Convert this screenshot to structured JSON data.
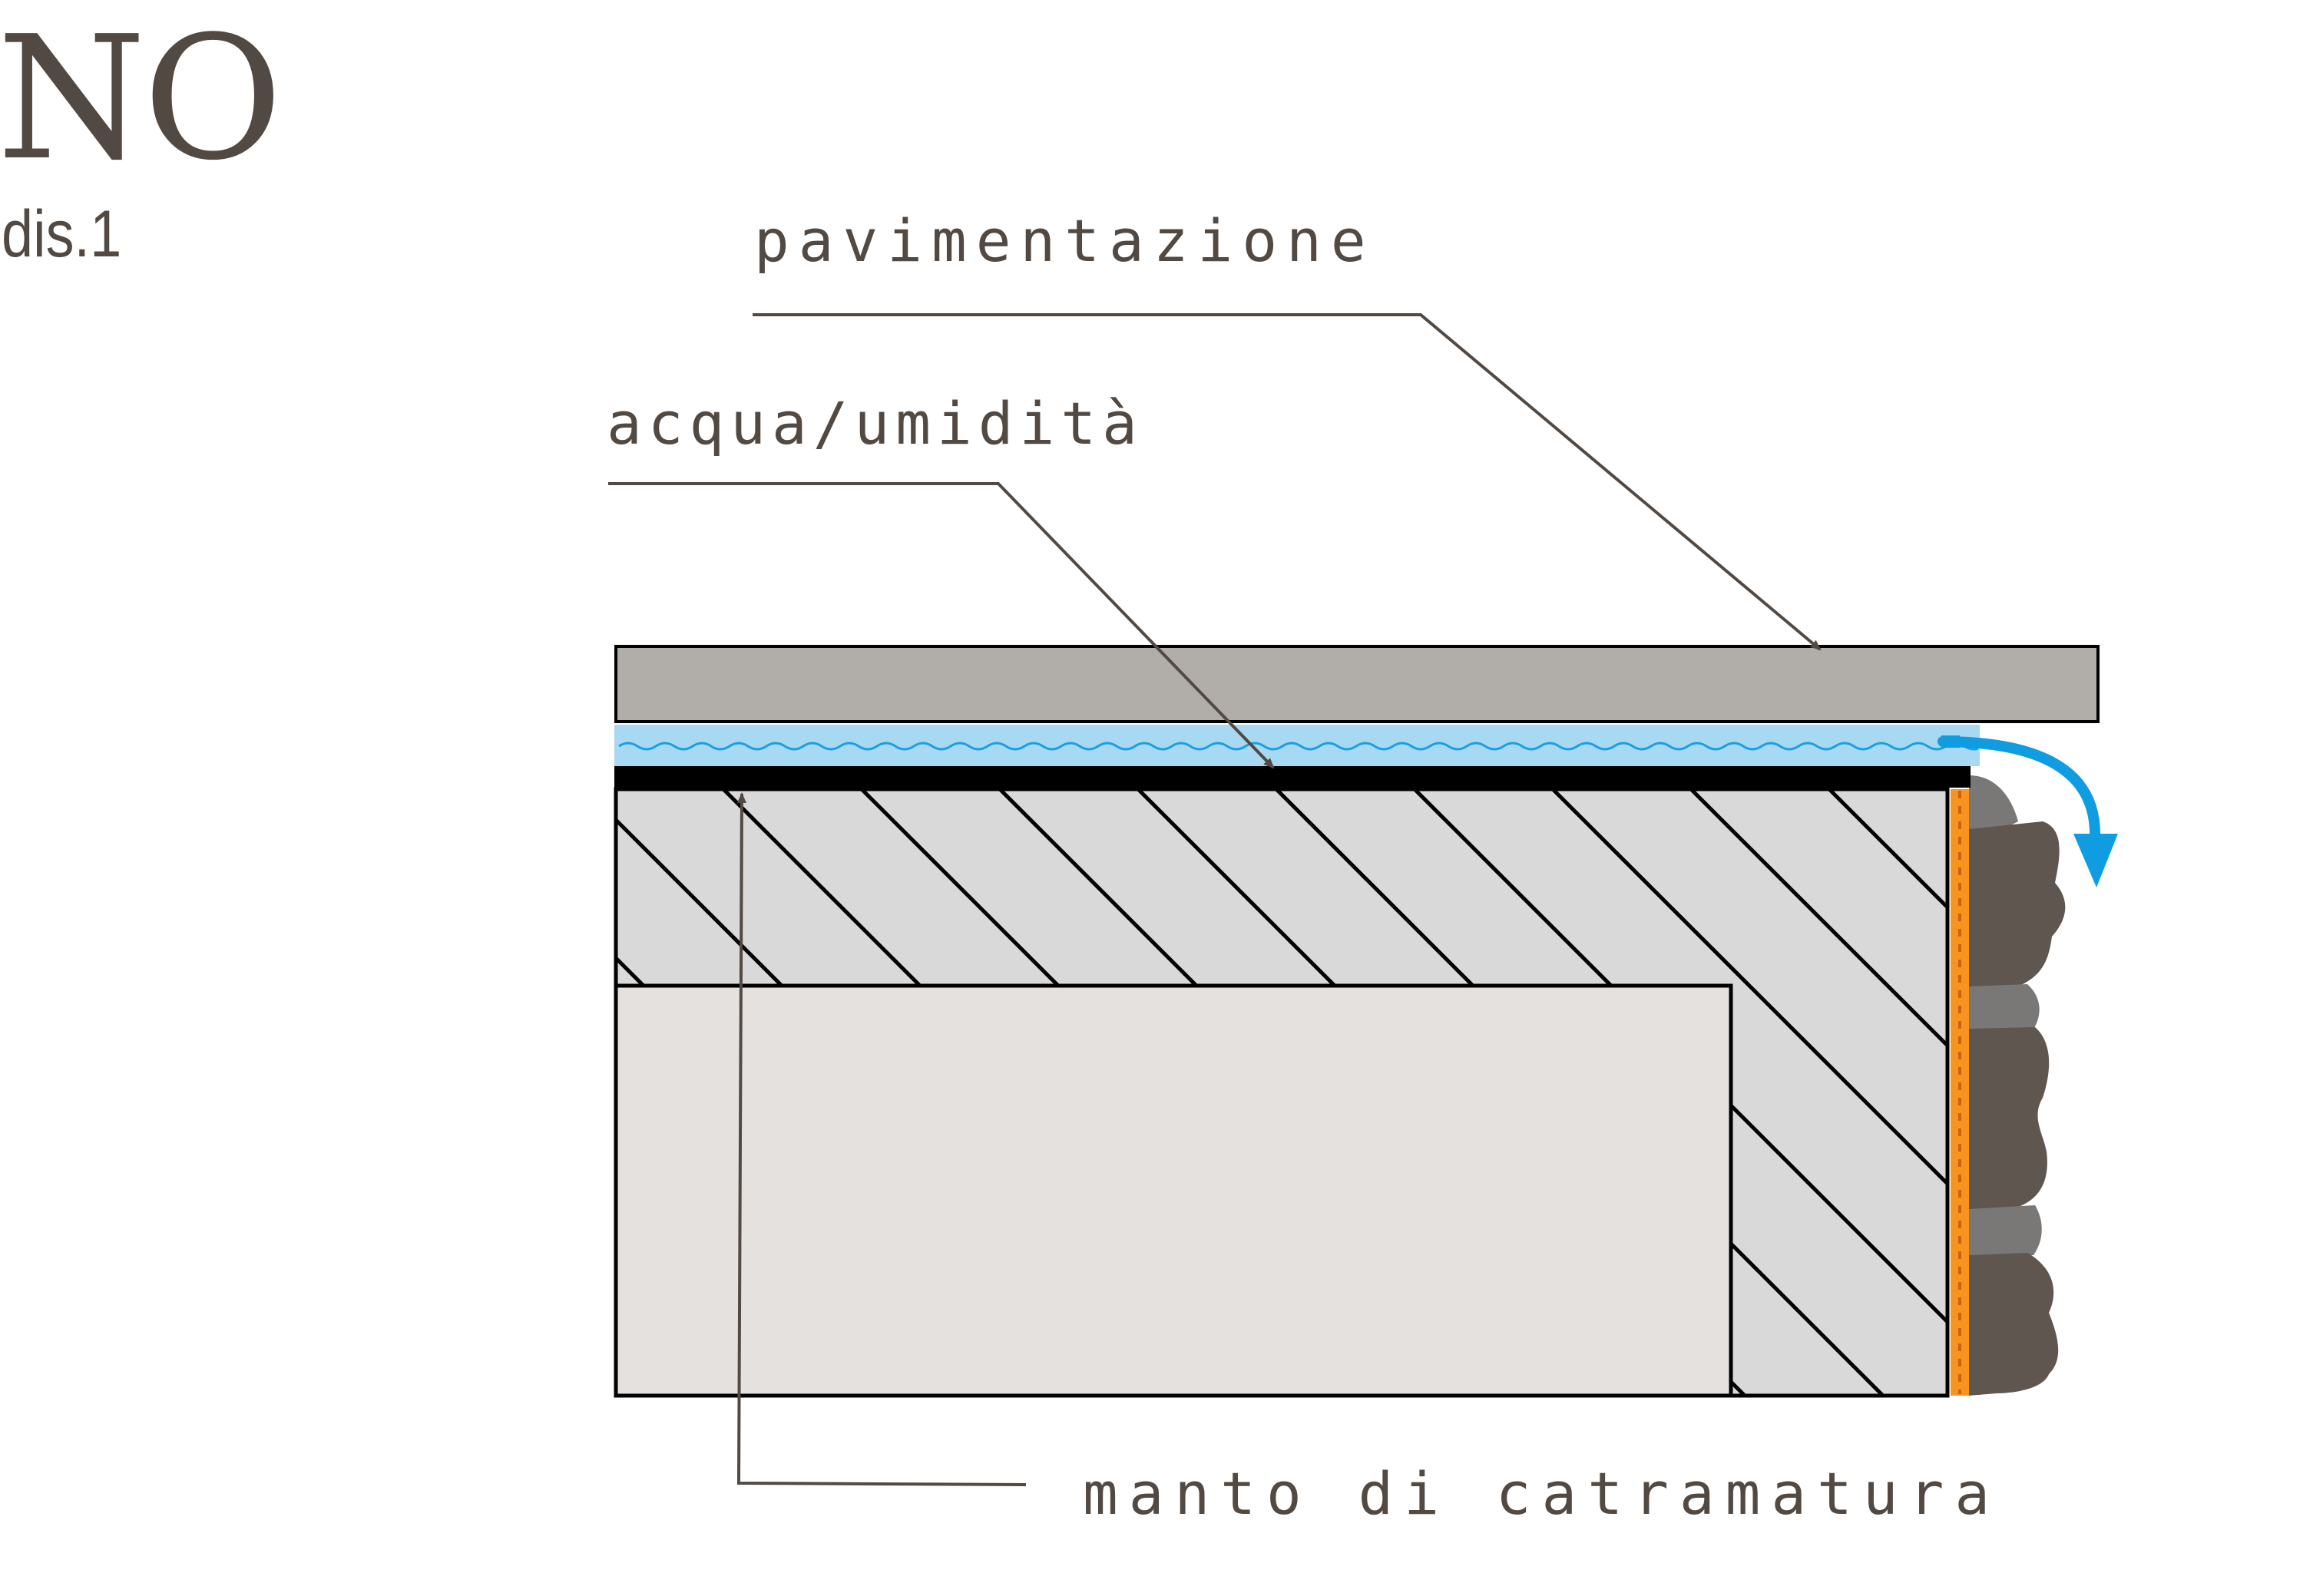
{
  "header": {
    "title": "NO",
    "subtitle": "dis.1"
  },
  "labels": {
    "paving": "pavimentazione",
    "water": "acqua/umidità",
    "tar": "manto di catramatura"
  },
  "colors": {
    "ink": "#524943",
    "paving": "#b1ada9",
    "water": "#a8d9f2",
    "water_wave": "#1a9fe0",
    "arrow": "#0f9ce1",
    "slab_hatch_fill": "#d9d9d9",
    "block_fill": "#e4e1df",
    "tar_layer": "#000000",
    "orange_strip": "#f7941d",
    "stone_dark": "#5f5650",
    "stone_grey": "#7a7877"
  }
}
